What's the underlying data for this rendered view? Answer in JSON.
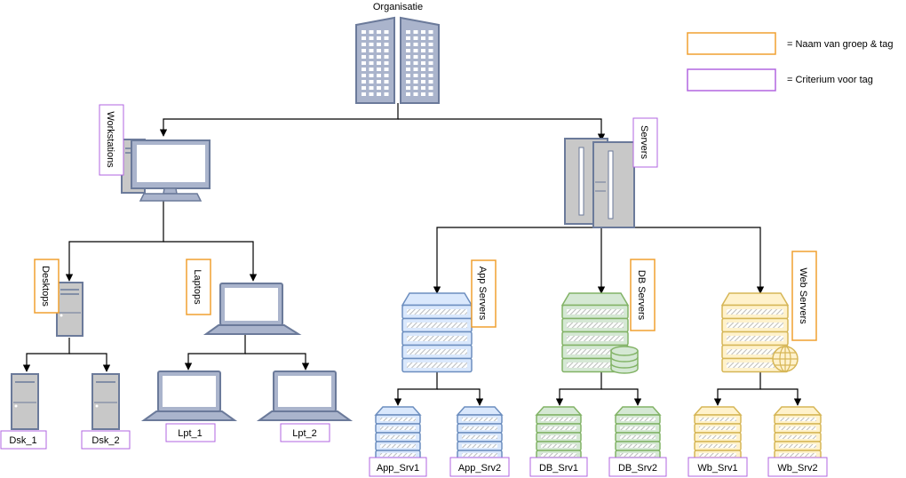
{
  "root": {
    "label": "Organisatie"
  },
  "legend": [
    {
      "text": "= Naam van groep & tag",
      "color": "#d79b00"
    },
    {
      "text": "= Criterium voor tag",
      "color": "#9933cc"
    }
  ],
  "groups": {
    "workstations": "Workstations",
    "servers": "Servers",
    "desktops": "Desktops",
    "laptops": "Laptops",
    "app_servers": "App Servers",
    "db_servers": "DB Servers",
    "web_servers": "Web Servers"
  },
  "leaves": {
    "dsk_1": "Dsk_1",
    "dsk_2": "Dsk_2",
    "lpt_1": "Lpt_1",
    "lpt_2": "Lpt_2",
    "app_srv1": "App_Srv1",
    "app_srv2": "App_Srv2",
    "db_srv1": "DB_Srv1",
    "db_srv2": "DB_Srv2",
    "wb_srv1": "Wb_Srv1",
    "wb_srv2": "Wb_Srv2"
  },
  "colors": {
    "tag_border": "#f0a030",
    "criterion_border": "#b266e0",
    "blue_fill": "#dae8fc",
    "blue_stroke": "#6c8ebf",
    "green_fill": "#d5e8d4",
    "green_stroke": "#82b366",
    "yellow_fill": "#fff2cc",
    "yellow_stroke": "#d6b656",
    "gray_fill": "#c8c8c8",
    "gray_stroke": "#6b7a9a"
  }
}
